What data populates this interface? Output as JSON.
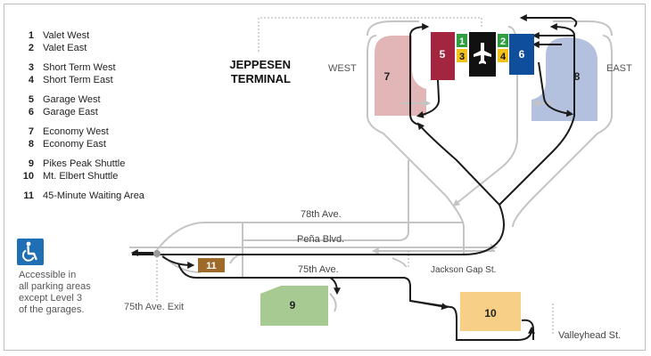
{
  "legend": [
    {
      "num": "1",
      "label": "Valet West"
    },
    {
      "num": "2",
      "label": "Valet East"
    },
    {
      "num": "3",
      "label": "Short Term West"
    },
    {
      "num": "4",
      "label": "Short Term East"
    },
    {
      "num": "5",
      "label": "Garage West"
    },
    {
      "num": "6",
      "label": "Garage East"
    },
    {
      "num": "7",
      "label": "Economy West"
    },
    {
      "num": "8",
      "label": "Economy East"
    },
    {
      "num": "9",
      "label": "Pikes Peak Shuttle"
    },
    {
      "num": "10",
      "label": "Mt. Elbert Shuttle"
    },
    {
      "num": "11",
      "label": "45-Minute Waiting Area"
    }
  ],
  "accessibility": {
    "icon": "wheelchair-icon",
    "color": "#1f6fb5",
    "text_lines": [
      "Accessible in",
      "all parking areas",
      "except Level 3",
      "of the garages."
    ]
  },
  "map": {
    "terminal_lines": [
      "JEPPESEN",
      "TERMINAL"
    ],
    "west_label": "WEST",
    "east_label": "EAST",
    "roads": {
      "ave78": "78th Ave.",
      "pena": "Peña Blvd.",
      "ave75": "75th Ave.",
      "jackson": "Jackson Gap St.",
      "exit75": "75th Ave. Exit",
      "valleyhead": "Valleyhead St."
    },
    "lots": {
      "l1": "1",
      "l2": "2",
      "l3": "3",
      "l4": "4",
      "l5": "5",
      "l6": "6",
      "l7": "7",
      "l8": "8",
      "l9": "9",
      "l10": "10",
      "l11": "11"
    },
    "colors": {
      "valet": "#2e9e3f",
      "short_term": "#f2c21b",
      "garage_west": "#a3253f",
      "garage_east": "#0f4e9a",
      "economy_west": "#e2b5b6",
      "economy_east": "#b3c1df",
      "pikes_peak": "#a6ca92",
      "mt_elbert": "#f7cf86",
      "waiting_area": "#9e6a2a",
      "terminal": "#111111",
      "road_gray": "#c4c4c4",
      "road_dark": "#1b1b1b"
    }
  }
}
